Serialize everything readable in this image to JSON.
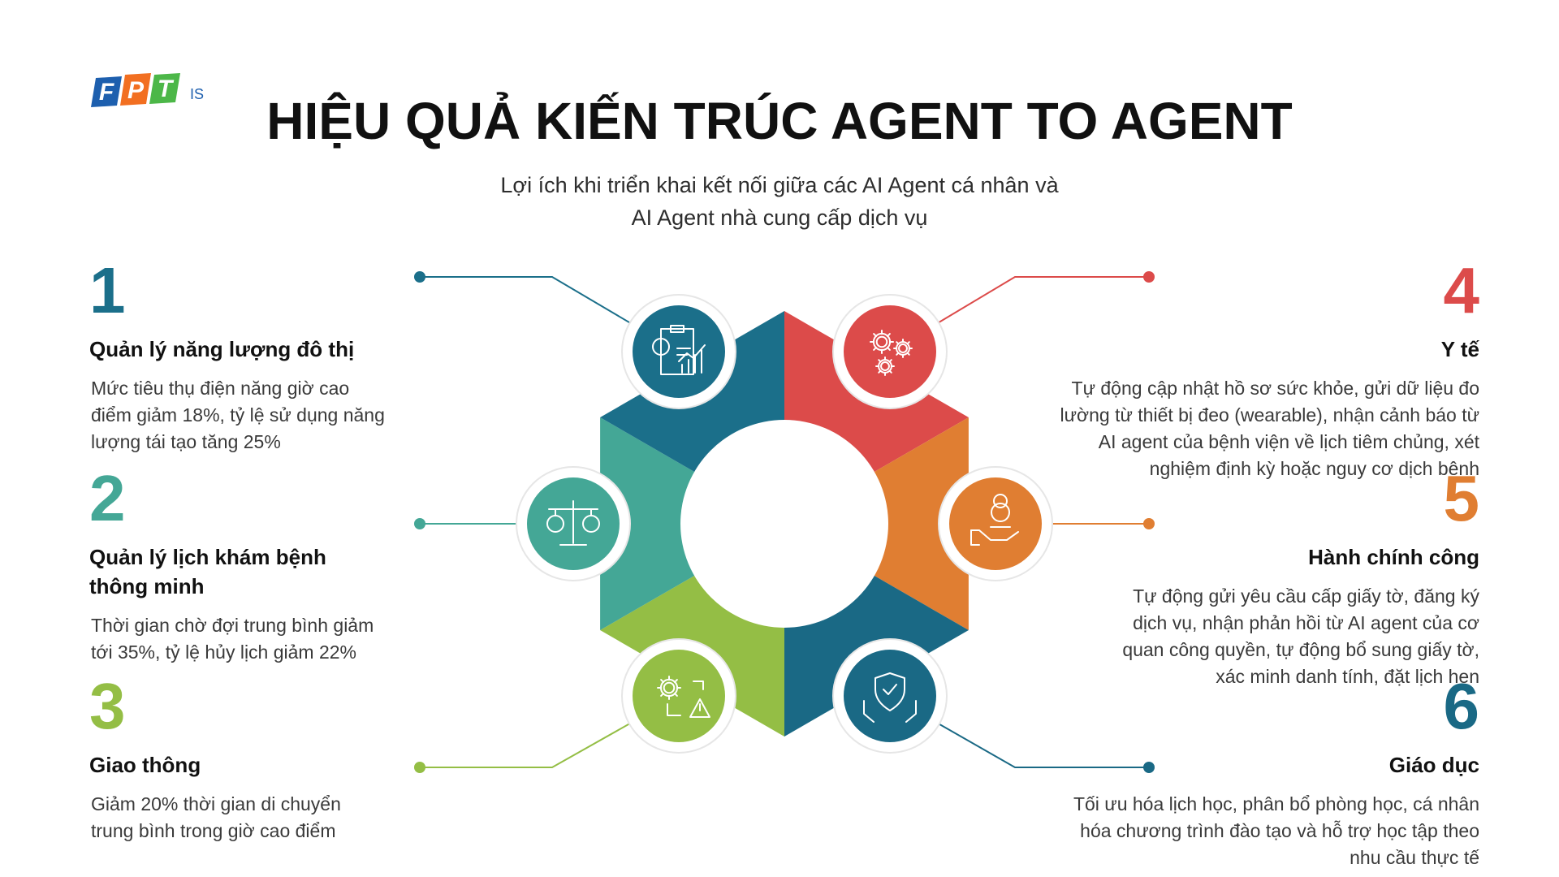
{
  "brand": {
    "logo_text": "FPT",
    "logo_suffix": "IS",
    "colors": {
      "blue": "#1d5fae",
      "orange": "#f26f21",
      "green": "#4cb748"
    }
  },
  "title": "HIỆU QUẢ KIẾN TRÚC AGENT TO AGENT",
  "subtitle": [
    "Lợi ích khi triển khai kết nối giữa các AI Agent cá nhân và",
    "AI Agent nhà cung cấp dịch vụ"
  ],
  "items": [
    {
      "number": "1",
      "title": [
        "Quản lý năng lượng đô thị"
      ],
      "desc": [
        "Mức tiêu thụ điện năng giờ cao",
        "điểm giảm 18%, tỷ lệ sử dụng năng",
        "lượng tái tạo tăng 25%"
      ],
      "color": "#1b6f8a",
      "icon": "energy-report-chart-icon"
    },
    {
      "number": "2",
      "title": [
        "Quản lý lịch khám bệnh",
        "thông minh"
      ],
      "desc": [
        "Thời gian chờ đợi trung bình giảm",
        "tới 35%, tỷ lệ hủy lịch giảm 22%"
      ],
      "color": "#44a796",
      "icon": "balance-scale-icon"
    },
    {
      "number": "3",
      "title": [
        "Giao thông"
      ],
      "desc": [
        "Giảm 20% thời gian di chuyển",
        "trung bình trong giờ cao điểm"
      ],
      "color": "#94be45",
      "icon": "gear-warning-icon"
    },
    {
      "number": "4",
      "title": [
        "Y tế"
      ],
      "desc": [
        "Tự động cập nhật hồ sơ sức khỏe, gửi dữ liệu đo",
        "lường từ thiết bị đeo (wearable), nhận cảnh báo từ",
        "AI agent của bệnh viện về lịch tiêm chủng, xét",
        "nghiệm định kỳ hoặc nguy cơ dịch bệnh"
      ],
      "color": "#dc4b4a",
      "icon": "gears-icon"
    },
    {
      "number": "5",
      "title": [
        "Hành chính công"
      ],
      "desc": [
        "Tự động gửi yêu cầu cấp giấy tờ, đăng ký",
        "dịch vụ, nhận phản hồi từ AI agent của cơ",
        "quan công quyền,  tự động bổ sung giấy tờ,",
        "xác minh danh tính, đặt lịch hẹn"
      ],
      "color": "#e07e32",
      "icon": "hand-coins-icon"
    },
    {
      "number": "6",
      "title": [
        "Giáo dục"
      ],
      "desc": [
        "Tối ưu hóa lịch học, phân bổ phòng học, cá nhân",
        "hóa chương trình đào tạo và hỗ trợ học tập theo",
        "nhu cầu thực tế"
      ],
      "color": "#1a6985",
      "icon": "shield-hands-icon"
    }
  ]
}
